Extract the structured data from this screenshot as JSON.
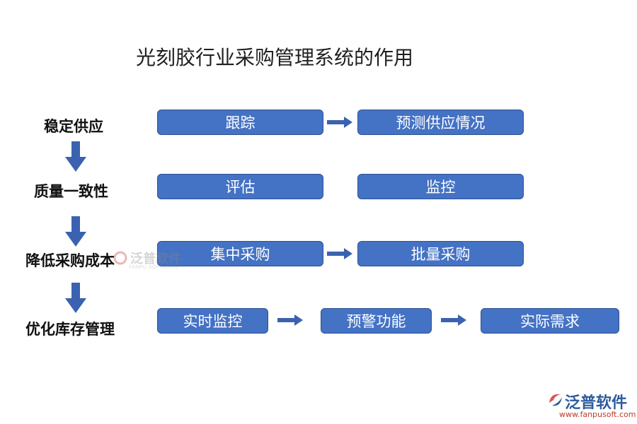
{
  "title": "光刻胶行业采购管理系统的作用",
  "rows": [
    {
      "label": "稳定供应",
      "boxes": [
        "跟踪",
        "预测供应情况"
      ]
    },
    {
      "label": "质量一致性",
      "boxes": [
        "评估",
        "监控"
      ]
    },
    {
      "label": "降低采购成本",
      "boxes": [
        "集中采购",
        "批量采购"
      ]
    },
    {
      "label": "优化库存管理",
      "boxes": [
        "实时监控",
        "预警功能",
        "实际需求"
      ]
    }
  ],
  "watermark": {
    "text": "泛普软件",
    "sub": "FANPU SOFTWARE"
  },
  "logo": {
    "name": "泛普软件",
    "url": "www.fanpusoft.com"
  },
  "colors": {
    "box_fill": "#4472c4",
    "box_border": "#2f528f",
    "arrow": "#3a62b0"
  }
}
